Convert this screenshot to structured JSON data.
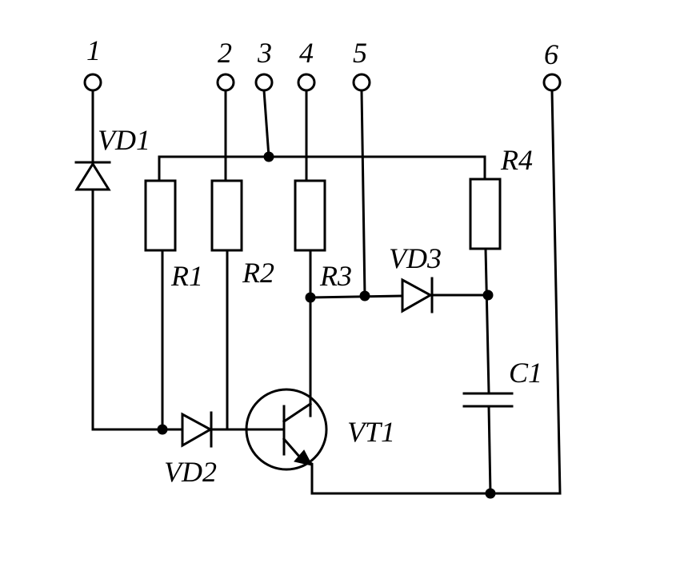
{
  "terminals": [
    {
      "id": "1",
      "label": "1"
    },
    {
      "id": "2",
      "label": "2"
    },
    {
      "id": "3",
      "label": "3"
    },
    {
      "id": "4",
      "label": "4"
    },
    {
      "id": "5",
      "label": "5"
    },
    {
      "id": "6",
      "label": "6"
    }
  ],
  "components": {
    "vd1": "VD1",
    "vd2": "VD2",
    "vd3": "VD3",
    "r1": "R1",
    "r2": "R2",
    "r3": "R3",
    "r4": "R4",
    "c1": "C1",
    "vt1": "VT1"
  }
}
